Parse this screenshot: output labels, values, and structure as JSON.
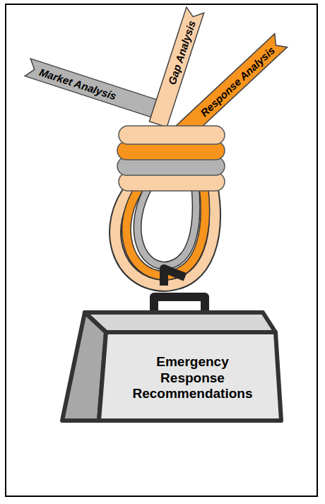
{
  "diagram": {
    "nodes": [
      {
        "text": [
          "Market Analysis"
        ]
      },
      {
        "text": [
          "Gap Analysis"
        ]
      },
      {
        "text": [
          "Response Analysis"
        ]
      },
      {
        "text": [
          "Emergency Response Recommendations"
        ]
      }
    ]
  }
}
